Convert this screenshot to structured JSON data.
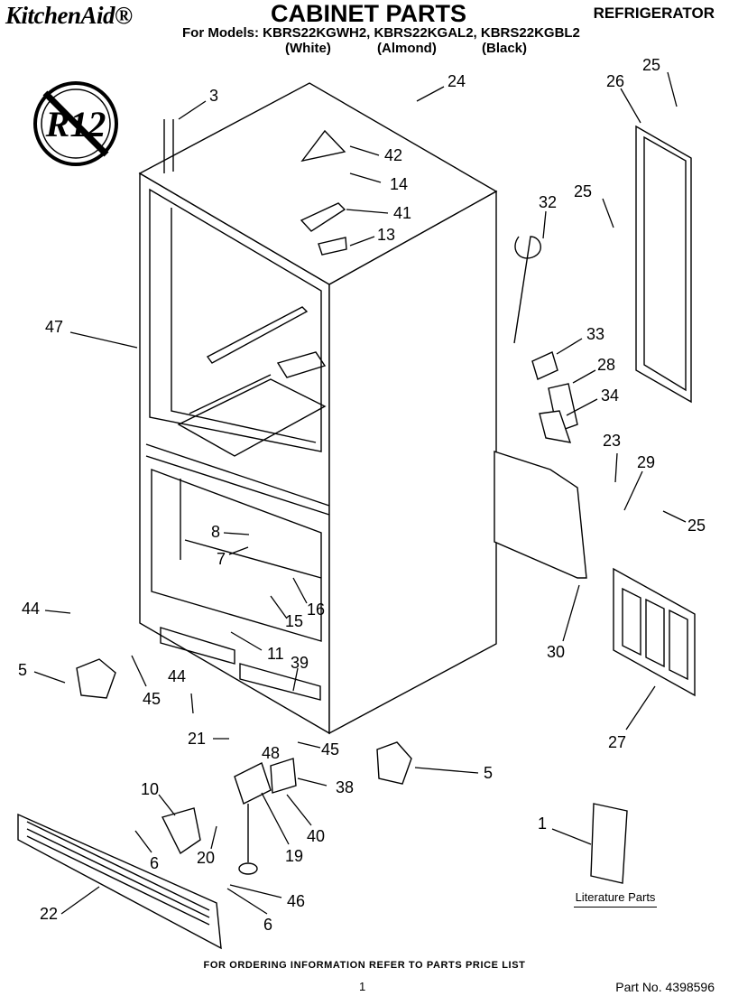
{
  "header": {
    "brand": "KitchenAid®",
    "title": "CABINET PARTS",
    "category": "REFRIGERATOR",
    "models": "For Models: KBRS22KGWH2, KBRS22KGAL2, KBRS22KGBL2",
    "colors": [
      "(White)",
      "(Almond)",
      "(Black)"
    ]
  },
  "badge": {
    "text": "R12"
  },
  "callouts": [
    "3",
    "24",
    "25",
    "26",
    "42",
    "14",
    "41",
    "13",
    "32",
    "25",
    "47",
    "33",
    "28",
    "34",
    "23",
    "29",
    "25",
    "8",
    "7",
    "16",
    "15",
    "44",
    "11",
    "39",
    "5",
    "45",
    "44",
    "21",
    "48",
    "45",
    "5",
    "10",
    "38",
    "40",
    "19",
    "20",
    "6",
    "46",
    "6",
    "22",
    "30",
    "27",
    "1"
  ],
  "literature": {
    "label": "Literature Parts"
  },
  "footer": {
    "ordering": "FOR ORDERING INFORMATION REFER TO PARTS PRICE LIST",
    "page": "1",
    "part_no": "Part No. 4398596"
  }
}
